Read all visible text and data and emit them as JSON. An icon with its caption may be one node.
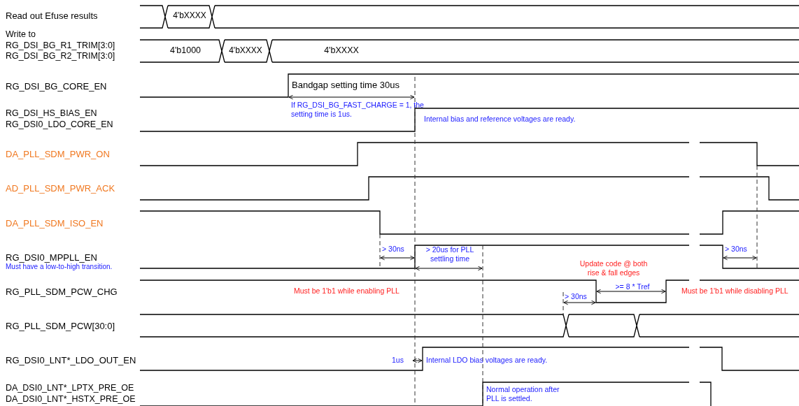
{
  "diagram": {
    "labels": [
      "Read out Efuse results",
      "4'bXXXX",
      "Write to RG_DSI_BG_R1_TRIM[3:0] RG_DSI_BG_R2_TRIM[3:0]",
      "4'b1000",
      "4'bXXXX",
      "4'bXXXX",
      "RG_DSI_BG_CORE_EN",
      "Bandgap setting time 30us",
      "If RG_DSI_BG_FAST_CHARGE = 1, the setting time is 1us.",
      "RG_DSI_HS_BIAS_EN RG_DSI0_LDO_CORE_EN",
      "Internal bias and reference voltages are ready.",
      "DA_PLL_SDM_PWR_ON",
      "AD_PLL_SDM_PWR_ACK",
      "DA_PLL_SDM_ISO_EN",
      "RG_DSI0_MPPLL_EN",
      "Must have a low-to-high transition.",
      "> 30ns",
      "> 20us for PLL settling time",
      "> 30ns",
      "Update code @ both rise & fall edges",
      "RG_PLL_SDM_PCW_CHG",
      "Must be 1'b1 while enabling PLL",
      "> 30ns",
      ">= 8 * Tref",
      "Must be 1'b1 while disabling PLL",
      "RG_PLL_SDM_PCW[30:0]",
      "RG_DSI0_LNT*_LDO_OUT_EN",
      "1us",
      "Internal LDO bias voltages are ready.",
      "DA_DSI0_LNT*_LPTX_PRE_OE DA_DSI0_LNT*_HSTX_PRE_OE",
      "Normal operation after PLL is settled."
    ]
  }
}
